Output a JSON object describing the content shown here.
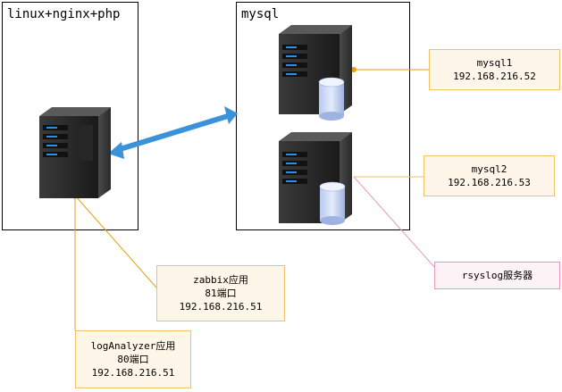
{
  "groups": {
    "web": {
      "title": "linux+nginx+php"
    },
    "db": {
      "title": "mysql"
    }
  },
  "notes": {
    "mysql1": {
      "name": "mysql1",
      "ip": "192.168.216.52"
    },
    "mysql2": {
      "name": "mysql2",
      "ip": "192.168.216.53"
    },
    "rsyslog": {
      "name": "rsyslog服务器"
    },
    "zabbix": {
      "name": "zabbix应用",
      "port": "81端口",
      "ip": "192.168.216.51"
    },
    "loganalyzer": {
      "name": "logAnalyzer应用",
      "port": "80端口",
      "ip": "192.168.216.51"
    }
  },
  "colors": {
    "arrow": "#3a93d8",
    "connector_orange": "#e0a010",
    "connector_pink": "#e89ab8",
    "server_led": "#2b8fe6"
  }
}
